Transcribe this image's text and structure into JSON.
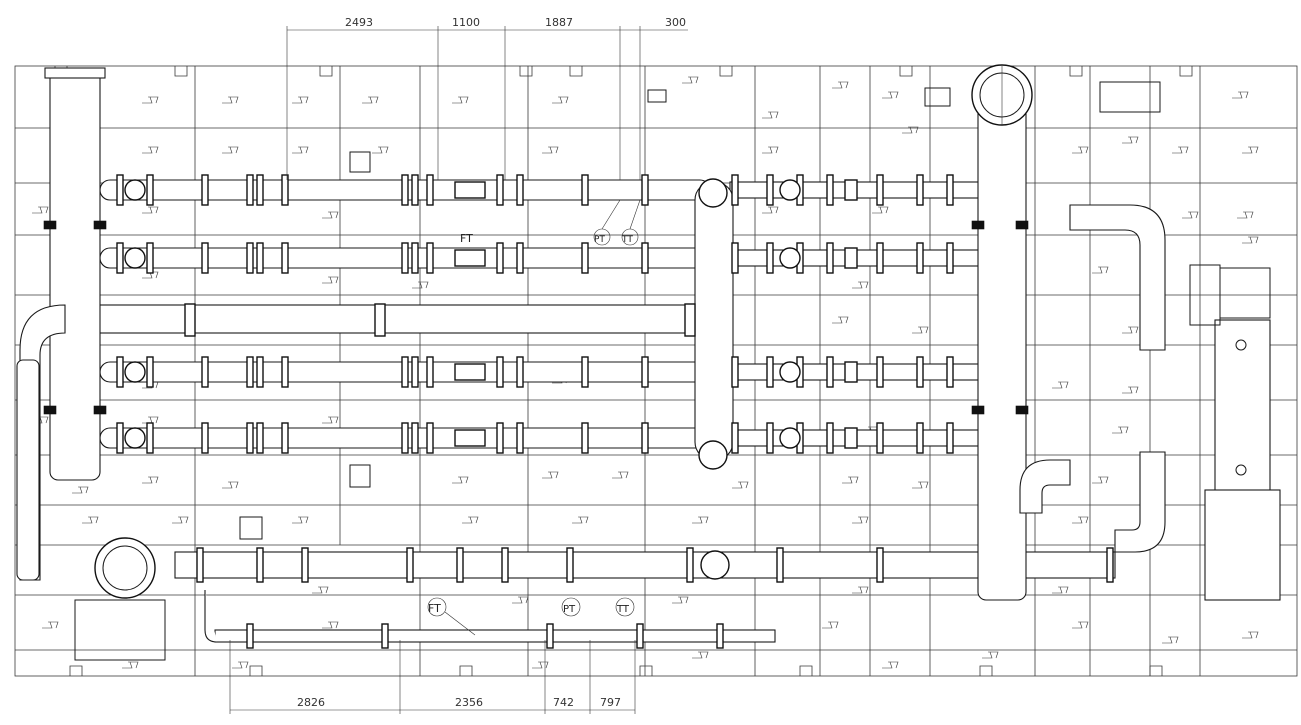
{
  "dimensions_top": [
    "2493",
    "1100",
    "1887",
    "300"
  ],
  "dimensions_bottom": [
    "2826",
    "2356",
    "742",
    "797"
  ],
  "instrument_tags": {
    "upper": [
      "FT",
      "PT",
      "TT"
    ],
    "lower": [
      "FT",
      "PT",
      "TT"
    ]
  },
  "colors": {
    "line": "#1a1a1a",
    "background": "#ffffff"
  }
}
